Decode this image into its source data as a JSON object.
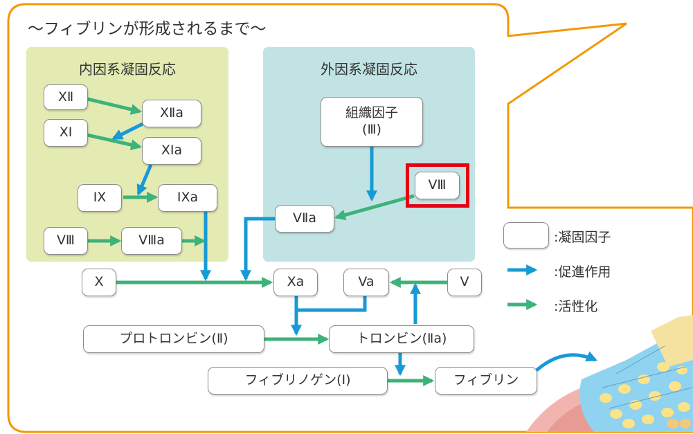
{
  "title": "〜フィブリンが形成されるまで〜",
  "panels": {
    "intrinsic": "内因系凝固反応",
    "extrinsic": "外因系凝固反応"
  },
  "nodes": {
    "f12": "XⅡ",
    "f12a": "XⅡa",
    "f11": "XⅠ",
    "f11a": "XⅠa",
    "f9": "ⅠX",
    "f9a": "ⅠXa",
    "f8": "VⅢ",
    "f8a": "VⅢa",
    "tissue_factor_line1": "組織因子",
    "tissue_factor_line2": "(Ⅲ)",
    "f7": "VⅢ",
    "f7a": "VⅡa",
    "f10": "X",
    "f10a": "Xa",
    "f5a": "Va",
    "f5": "V",
    "prothrombin": "プロトロンビン(Ⅱ)",
    "thrombin": "トロンビン(Ⅱa)",
    "fibrinogen": "フィブリノゲン(Ⅰ)",
    "fibrin": "フィブリン"
  },
  "legend": {
    "factor": ":凝固因子",
    "promote": ":促進作用",
    "activate": ":活性化"
  },
  "colors": {
    "frame": "#f39800",
    "intrinsic_bg": "#e3ebb3",
    "extrinsic_bg": "#c2e3e3",
    "promote_arrow": "#179ad6",
    "activate_arrow": "#3db279",
    "highlight": "#e60012"
  }
}
